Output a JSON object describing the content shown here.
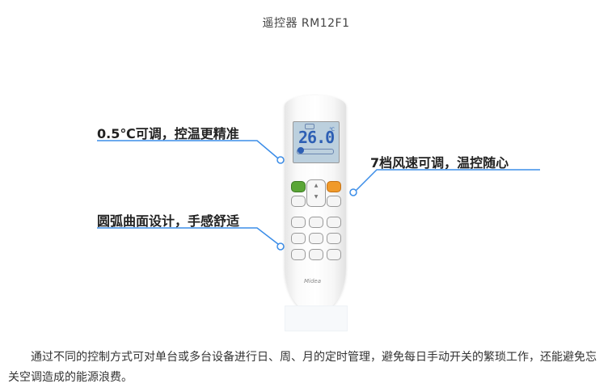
{
  "page_title": "遥控器 RM12F1",
  "features": [
    {
      "label": "0.5℃可调，控温更精准"
    },
    {
      "label": "7档风速可调，温控随心"
    },
    {
      "label": "圆弧曲面设计，手感舒适"
    }
  ],
  "remote": {
    "display_temperature": "26.0",
    "display_unit": "℃",
    "brand_logo": "Midea",
    "up_arrow": "▲",
    "down_arrow": "▼"
  },
  "colors": {
    "callout_line": "#3b8de8",
    "power_button": "#5aa636",
    "function_button": "#f09a2a"
  },
  "description": "通过不同的控制方式可对单台或多台设备进行日、周、月的定时管理，避免每日手动开关的繁琐工作，还能避免忘关空调造成的能源浪费。"
}
